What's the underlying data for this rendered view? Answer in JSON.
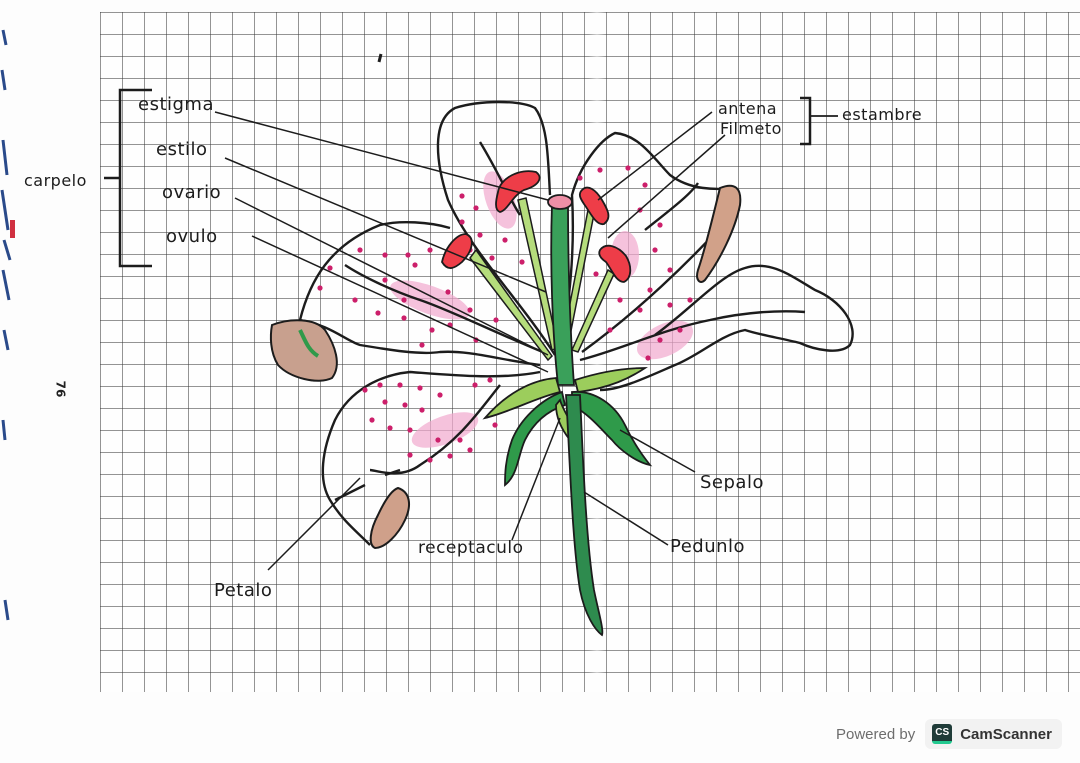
{
  "page": {
    "page_number": "76"
  },
  "labels": {
    "carpelo": "carpelo",
    "estigma": "estigma",
    "estilo": "estilo",
    "ovario": "ovario",
    "ovulo": "ovulo",
    "antena": "antena",
    "filamento": "Filmeto",
    "estambre": "estambre",
    "sepalo": "Sepalo",
    "receptaculo": "receptaculo",
    "pedunculo": "Pedunlo",
    "petalo": "Petalo"
  },
  "footer": {
    "powered_by": "Powered by",
    "brand_logo": "CS",
    "brand_name": "CamScanner"
  },
  "colors": {
    "ink": "#1c1c1c",
    "anther_red": "#ee3d48",
    "stigma_pink": "#ee8fa6",
    "spot_magenta": "#cc1f6a",
    "blush_pink": "#f2a9cf",
    "leaf_green": "#2f9a4a",
    "light_green": "#9ccd5c",
    "stem_green": "#2e8b4e",
    "tip_brown": "#cfa08a",
    "grid_line": "#5a5a5a"
  }
}
